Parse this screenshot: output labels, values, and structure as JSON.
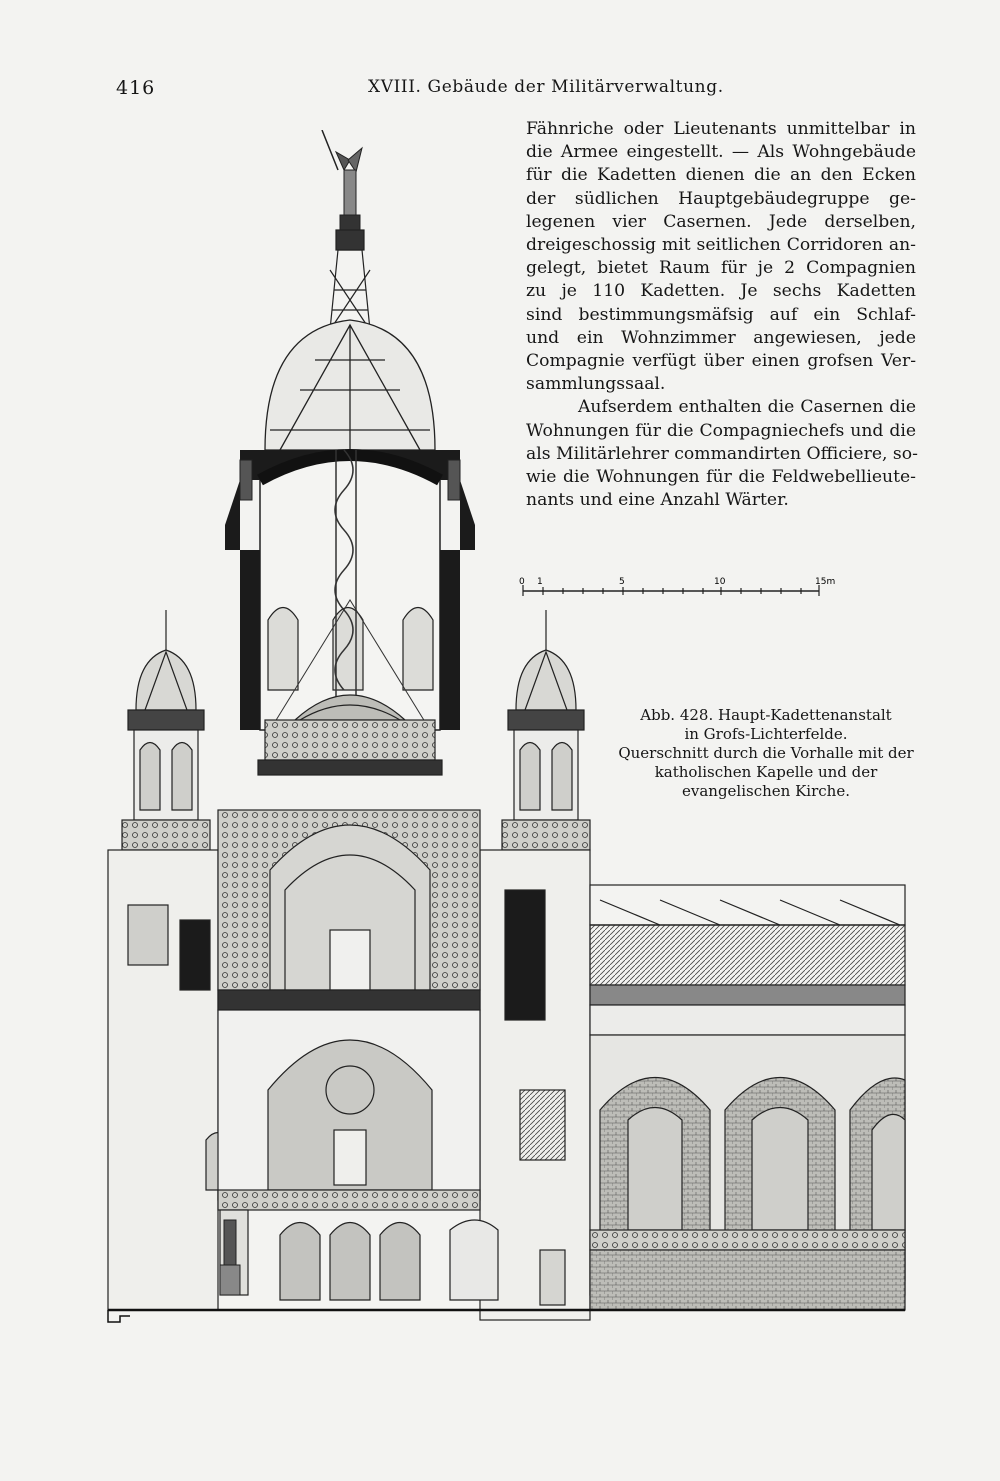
{
  "header": {
    "page_number": "416",
    "running_head": "XVIII. Gebäude der Militärverwaltung."
  },
  "body": {
    "paragraph1": [
      "Fähnriche oder Lieutenants unmittelbar in",
      "die Armee eingestellt. — Als Wohngebäude",
      "für die Kadetten dienen die an den Ecken",
      "der südlichen Hauptgebäudegruppe ge-",
      "legenen vier Casernen. Jede derselben,",
      "dreigeschossig mit seitlichen Corridoren an-",
      "gelegt, bietet Raum für je 2 Compagnien",
      "zu je 110 Kadetten. Je sechs Kadetten",
      "sind bestimmungsmäfsig auf ein Schlaf-",
      "und ein Wohnzimmer angewiesen, jede",
      "Compagnie verfügt über einen grofsen Ver-",
      "sammlungssaal."
    ],
    "paragraph2": [
      "Aufserdem enthalten die Casernen die",
      "Wohnungen für die Compagniechefs und die",
      "als Militärlehrer commandirten Officiere, so-",
      "wie die Wohnungen für die Feldwebellieute-",
      "nants und eine Anzahl Wärter."
    ]
  },
  "scale": {
    "labels": [
      "0",
      "1",
      "5",
      "10",
      "15m"
    ]
  },
  "caption": {
    "lines": [
      "Abb. 428. Haupt-Kadettenanstalt",
      "in Grofs-Lichterfelde.",
      "Querschnitt durch die Vorhalle mit der",
      "katholischen Kapelle und der",
      "evangelischen Kirche."
    ]
  }
}
